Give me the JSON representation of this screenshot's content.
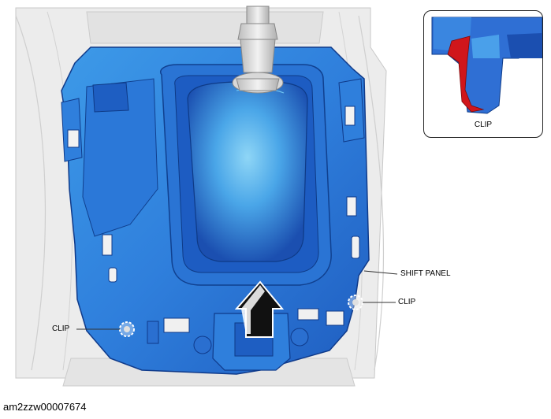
{
  "callouts": {
    "inset_clip": "CLIP",
    "shift_panel": "SHIFT PANEL",
    "clip_right": "CLIP",
    "clip_left": "CLIP"
  },
  "figure_id": "am2zzw00007674",
  "colors": {
    "panel": "#2f7fdc",
    "panel_dark": "#1b4fb0",
    "panel_light": "#63b8ee",
    "boot_center": "#8fd6f6",
    "background_parts": "#e6e6e6",
    "clip_highlight": "#d0161b"
  }
}
